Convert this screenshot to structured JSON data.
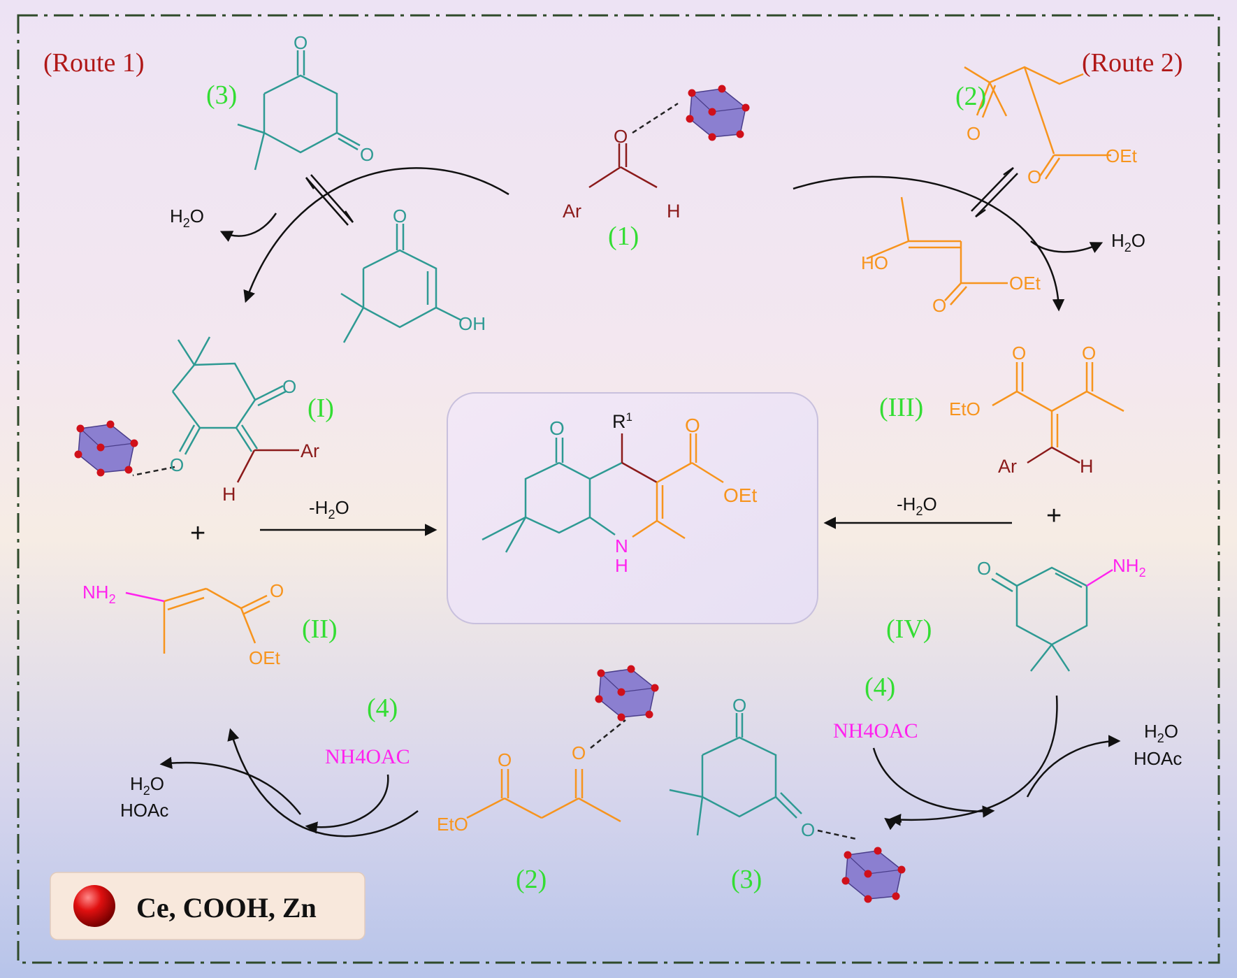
{
  "routes": {
    "route1": "(Route 1)",
    "route2": "(Route 2)"
  },
  "labels": {
    "n1": "(1)",
    "n2_top": "(2)",
    "n3_top": "(3)",
    "I": "(I)",
    "II": "(II)",
    "III": "(III)",
    "IV": "(IV)",
    "n4_left": "(4)",
    "n4_right": "(4)",
    "n2_bottom": "(2)",
    "n3_bottom": "(3)"
  },
  "reagents": {
    "nh4oac_left": "NH4OAC",
    "nh4oac_right": "NH4OAC"
  },
  "byproducts": {
    "h2o": "H",
    "h2o_sub": "2",
    "h2o_o": "O",
    "minus_h2o": "-H",
    "hoac": "HOAc"
  },
  "groups": {
    "ar": "Ar",
    "h": "H",
    "o": "O",
    "oh": "OH",
    "ho": "HO",
    "oet": "OEt",
    "eto": "EtO",
    "nh": "N",
    "nh_h": "H",
    "nh2": "NH",
    "nh2_sub": "2",
    "r": "R",
    "r_sup": "1",
    "plus": "+"
  },
  "legend": {
    "text": "Ce, COOH, Zn"
  },
  "colors": {
    "teal": "#2e9a93",
    "orange": "#f7941d",
    "darkred": "#8b1a1a",
    "green": "#33dd33",
    "magenta": "#ff22ee",
    "route": "#b01818",
    "poly": "#8b7fd0",
    "node": "#d0101a",
    "border": "#2f4a2a"
  }
}
